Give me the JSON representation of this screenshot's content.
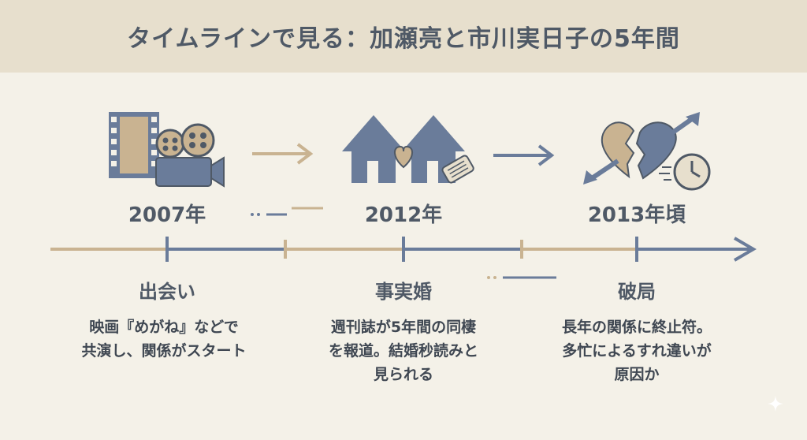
{
  "title": "タイムラインで見る：加瀬亮と市川実日子の5年間",
  "colors": {
    "background": "#f4f1e8",
    "header": "#e7dfcd",
    "tan": "#c9b391",
    "slate": "#6a7c9a",
    "text": "#46505d"
  },
  "events": [
    {
      "year": "2007年",
      "label": "出会い",
      "desc_lines": [
        "映画『めがね』などで",
        "共演し、関係がスタート"
      ],
      "icon": "film-camera-icon"
    },
    {
      "year": "2012年",
      "label": "事実婚",
      "desc_lines": [
        "週刊誌が5年間の同棲",
        "を報道。結婚秒読みと",
        "見られる"
      ],
      "icon": "houses-heart-icon"
    },
    {
      "year": "2013年頃",
      "label": "破局",
      "desc_lines": [
        "長年の関係に終止符。",
        "多忙によるすれ違いが",
        "原因か"
      ],
      "icon": "broken-heart-clock-icon"
    }
  ]
}
